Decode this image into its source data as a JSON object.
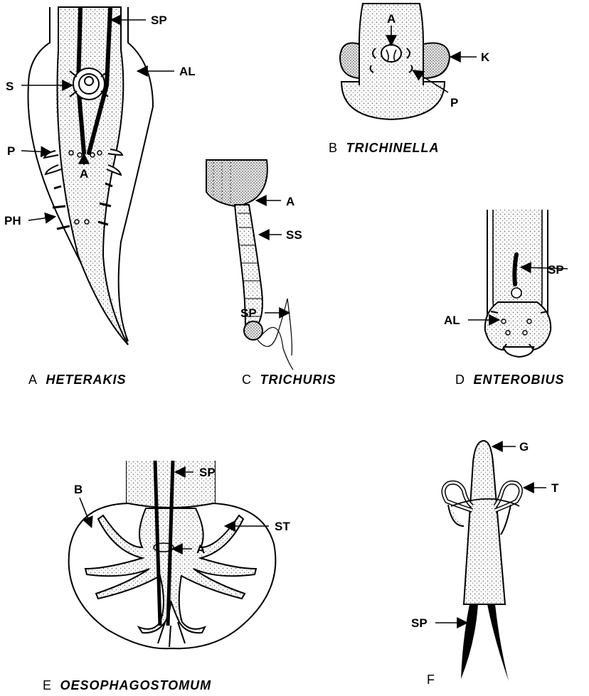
{
  "panels": {
    "a": {
      "letter": "A",
      "genus": "HETERAKIS",
      "labels": [
        "SP",
        "AL",
        "S",
        "P",
        "A",
        "PH"
      ]
    },
    "b": {
      "letter": "B",
      "genus": "TRICHINELLA",
      "labels": [
        "A",
        "K",
        "P"
      ]
    },
    "c": {
      "letter": "C",
      "genus": "TRICHURIS",
      "labels": [
        "A",
        "SS",
        "SP"
      ]
    },
    "d": {
      "letter": "D",
      "genus": "ENTEROBIUS",
      "labels": [
        "SP",
        "AL"
      ]
    },
    "e": {
      "letter": "E",
      "genus": "OESOPHAGOSTOMUM",
      "labels": [
        "SP",
        "B",
        "ST",
        "A"
      ]
    },
    "f": {
      "letter": "F",
      "genus": "",
      "labels": [
        "G",
        "T",
        "SP"
      ]
    }
  }
}
